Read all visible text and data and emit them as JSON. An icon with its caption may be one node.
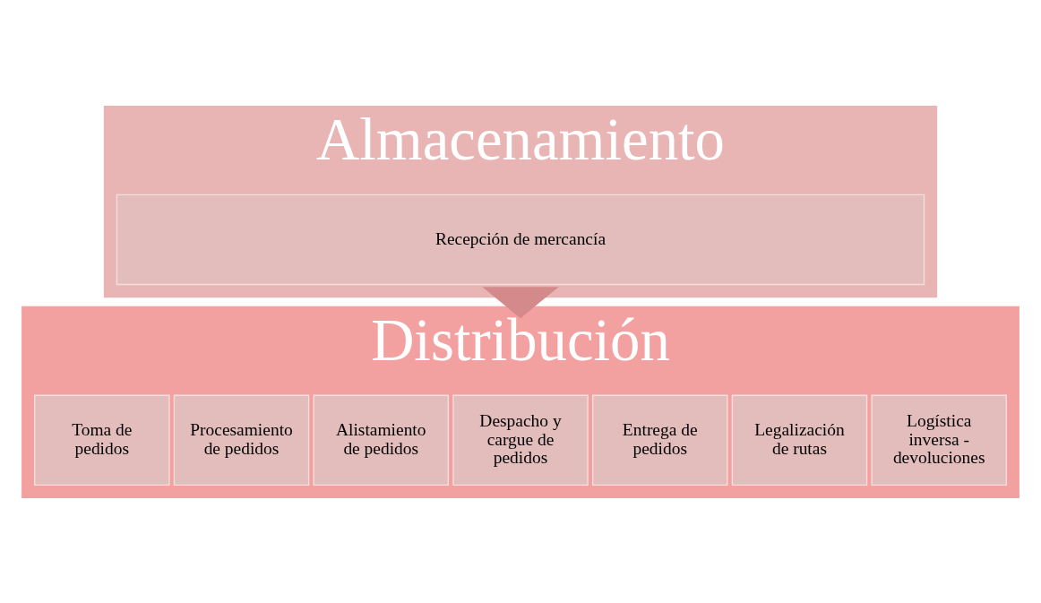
{
  "diagram": {
    "nodes": [
      {
        "text": [
          "Almacenamiento"
        ]
      },
      {
        "text": [
          "Recepción de mercancía"
        ],
        "in": 0
      },
      {
        "text": [
          "Distribución"
        ]
      },
      {
        "text": [
          "Toma de pedidos"
        ],
        "in": 2
      },
      {
        "text": [
          "Procesamiento de pedidos"
        ],
        "in": 2
      },
      {
        "text": [
          "Alistamiento de pedidos"
        ],
        "in": 2
      },
      {
        "text": [
          "Despacho y cargue de pedidos"
        ],
        "in": 2
      },
      {
        "text": [
          "Entrega de pedidos"
        ],
        "in": 2
      },
      {
        "text": [
          "Legalización de rutas"
        ],
        "in": 2
      },
      {
        "text": [
          "Logística inversa - devoluciones"
        ],
        "in": 2
      }
    ],
    "edges": [
      {
        "from": 0,
        "to": 2,
        "arrow": "to",
        "style": "thick"
      }
    ]
  }
}
